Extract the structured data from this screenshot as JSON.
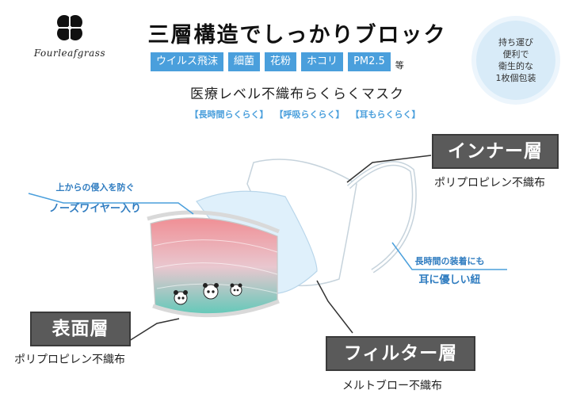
{
  "brand": {
    "name": "Fourleafgrass",
    "icon": "four-leaf-clover-icon"
  },
  "headline": "三層構造でしっかりブロック",
  "tags": [
    "ウイルス飛沫",
    "細菌",
    "花粉",
    "ホコリ",
    "PM2.5"
  ],
  "tag_suffix": "等",
  "subtitle": "医療レベル不織布らくらくマスク",
  "features": [
    "【長時間らくらく】",
    "【呼吸らくらく】",
    "【耳もらくらく】"
  ],
  "badge": {
    "lines": [
      "持ち運び",
      "便利で",
      "衛生的な",
      "1枚個包装"
    ]
  },
  "layers": {
    "inner": {
      "title": "インナー層",
      "material": "ポリプロピレン不織布"
    },
    "outer": {
      "title": "表面層",
      "material": "ポリプロピレン不織布"
    },
    "filter": {
      "title": "フィルター層",
      "material": "メルトブロー不織布"
    }
  },
  "notes": {
    "nose": {
      "line1": "上からの侵入を防ぐ",
      "line2": "ノーズワイヤー入り"
    },
    "ear": {
      "line1": "長時間の装着にも",
      "line2": "耳に優しい紐"
    }
  },
  "colors": {
    "accent": "#4a9fdc",
    "label_bg": "#5a5a5a",
    "mask_pink": "#f08f95",
    "mask_green": "#5ec9b8"
  }
}
